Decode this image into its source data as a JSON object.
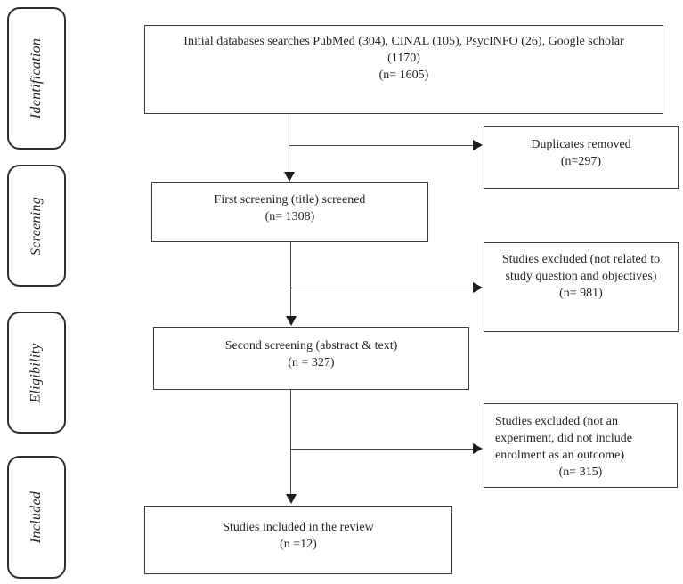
{
  "diagram": {
    "stages": [
      {
        "label": "Identification"
      },
      {
        "label": "Screening"
      },
      {
        "label": "Eligibility"
      },
      {
        "label": "Included"
      }
    ],
    "boxes": {
      "initial": {
        "line1": "Initial databases searches PubMed (304), CINAL (105), PsycINFO (26), Google scholar",
        "line2": "(1170)",
        "line3": "(n= 1605)"
      },
      "duplicates": {
        "line1": "Duplicates removed",
        "line2": "(n=297)"
      },
      "first_screening": {
        "line1": "First screening (title) screened",
        "line2": "(n= 1308)"
      },
      "excluded_title": {
        "line1": "Studies excluded (not related to",
        "line2": "study question and objectives)",
        "line3": "(n= 981)"
      },
      "second_screening": {
        "line1": "Second screening (abstract & text)",
        "line2": "(n = 327)"
      },
      "excluded_abstract": {
        "line1": "Studies excluded (not an",
        "line2": "experiment, did not include",
        "line3": "enrolment as an outcome)",
        "line4": "(n= 315)"
      },
      "included": {
        "line1": "Studies included in the review",
        "line2": "(n =12)"
      }
    },
    "colors": {
      "background": "#ffffff",
      "box_border": "#3c3c3c",
      "text": "#231f20",
      "connector": "#4a4a4a",
      "arrowhead": "#1c1c1c"
    }
  }
}
